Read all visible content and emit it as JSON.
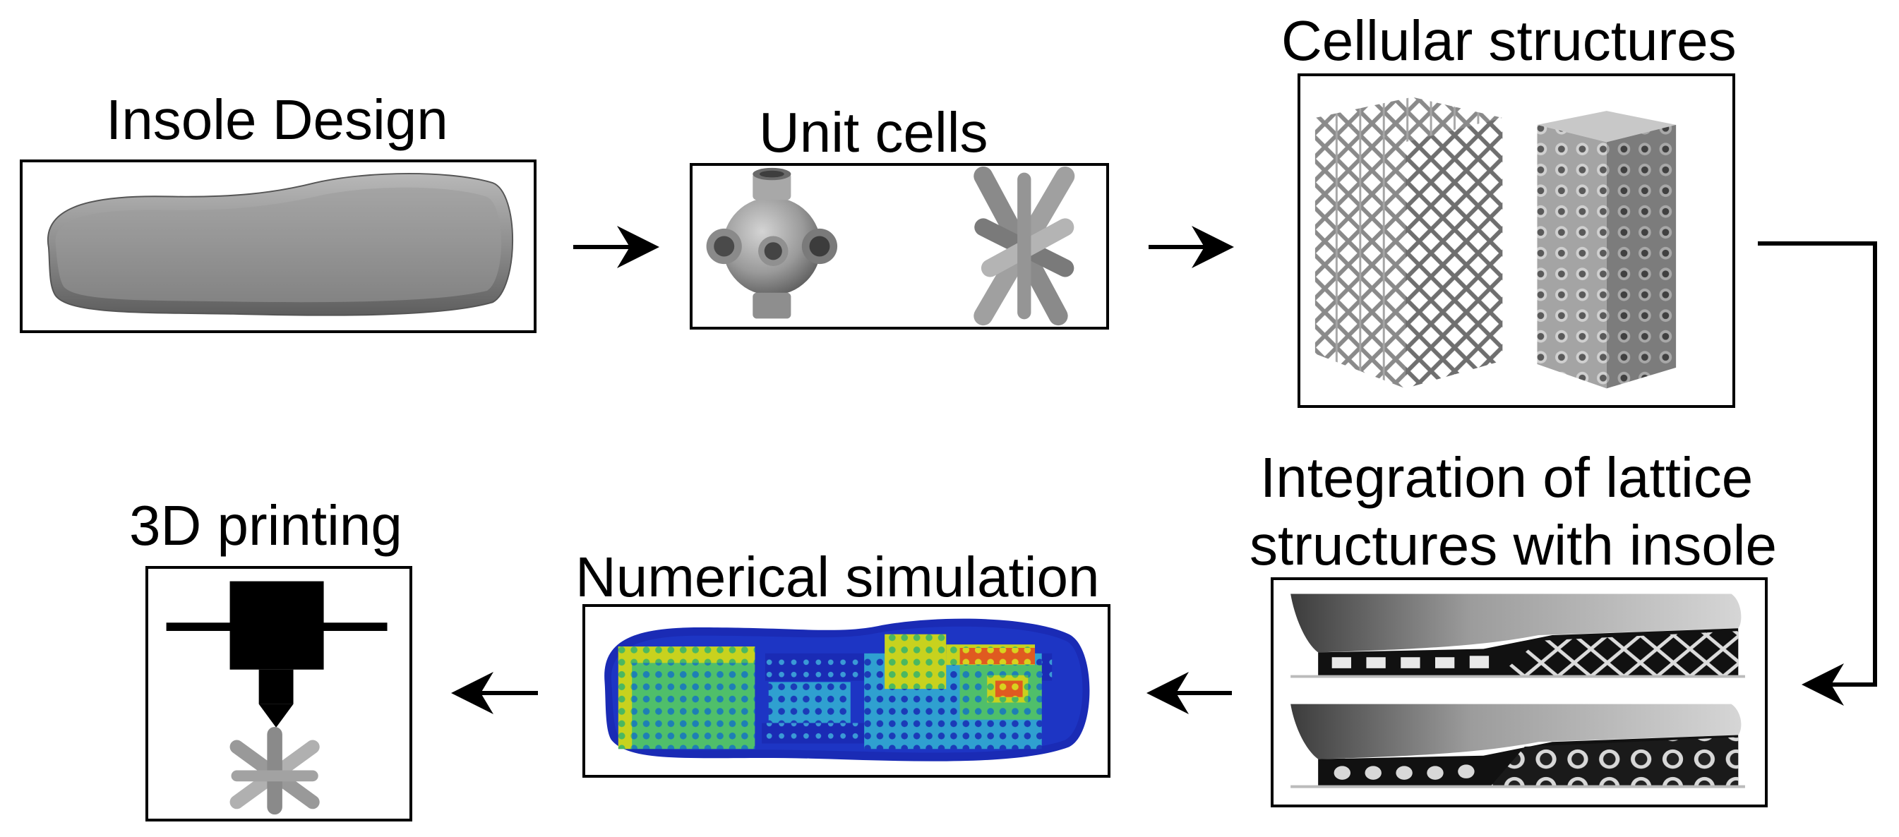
{
  "steps": {
    "insole_design": {
      "title": "Insole Design"
    },
    "unit_cells": {
      "title": "Unit cells"
    },
    "cellular_structures": {
      "title": "Cellular structures"
    },
    "integration": {
      "title_line1": "Integration of lattice",
      "title_line2": "structures with insole"
    },
    "numerical_simulation": {
      "title": "Numerical simulation"
    },
    "printing": {
      "title": "3D  printing"
    }
  },
  "colors": {
    "frame": "#000000",
    "model_gray": "#8c8c8c",
    "sim_blue": "#1a2bb5",
    "sim_cyan": "#38b6d8",
    "sim_green": "#4fbf6a",
    "sim_yellow": "#e4d21e",
    "sim_red": "#d8321c"
  },
  "icons": [
    "arrow-right-icon",
    "arrow-left-icon",
    "elbow-arrow-icon",
    "printer-nozzle-icon"
  ]
}
